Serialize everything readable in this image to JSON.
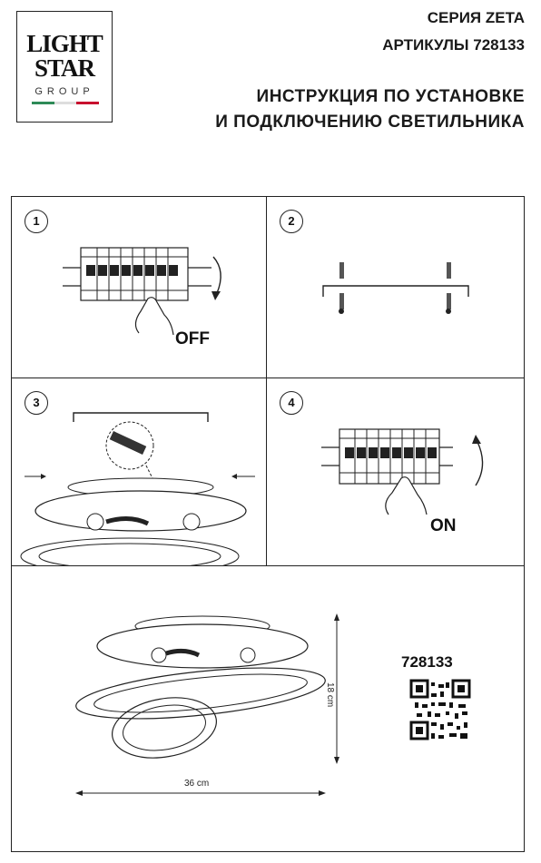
{
  "logo": {
    "line1": "LIGHT",
    "line2": "STAR",
    "line3": "GROUP",
    "flag_colors": [
      "#2e8b57",
      "#ffffff",
      "#c8102e"
    ]
  },
  "header": {
    "series": "СЕРИЯ ZETA",
    "article": "АРТИКУЛЫ 728133",
    "title_line1": "ИНСТРУКЦИЯ ПО УСТАНОВКЕ",
    "title_line2": "И ПОДКЛЮЧЕНИЮ СВЕТИЛЬНИКА"
  },
  "steps": [
    {
      "number": "1",
      "label": "OFF"
    },
    {
      "number": "2"
    },
    {
      "number": "3"
    },
    {
      "number": "4",
      "label": "ON"
    }
  ],
  "product": {
    "article": "728133",
    "height": "18 cm",
    "width": "36 cm"
  },
  "icons": [
    "breaker-panel-icon",
    "hand-icon",
    "rotate-arrow-icon",
    "mounting-bracket-icon",
    "screw-icon",
    "qr-code-icon"
  ]
}
